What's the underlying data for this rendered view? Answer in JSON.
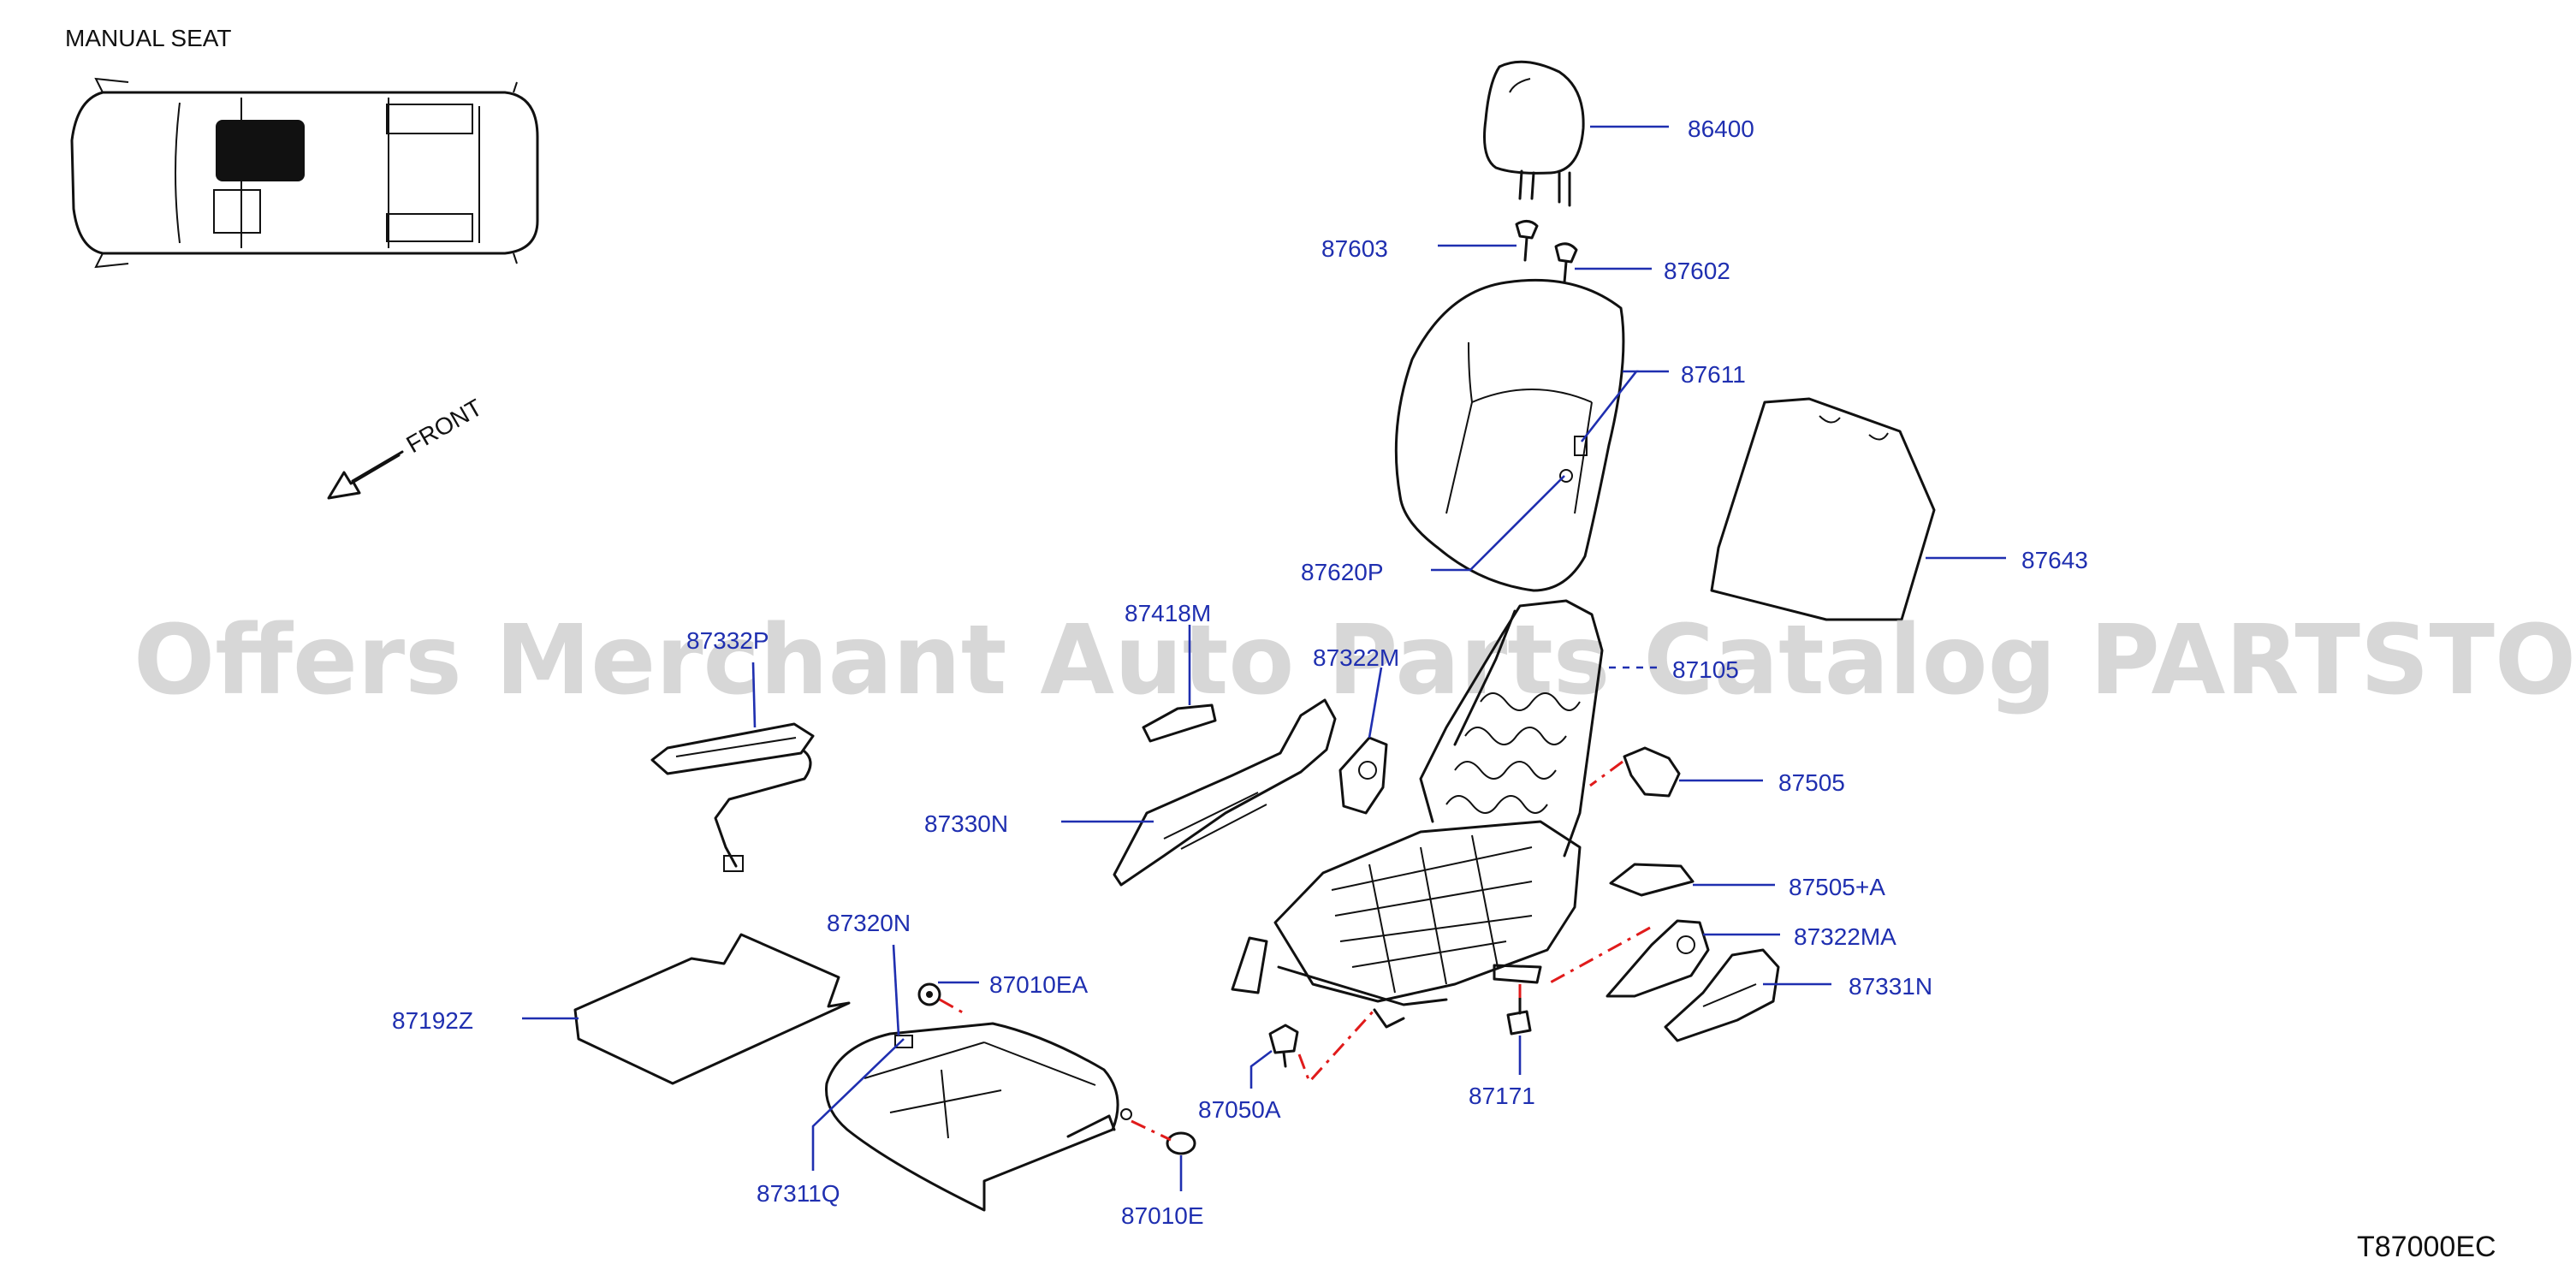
{
  "header": {
    "title": "MANUAL   SEAT"
  },
  "front_label": "FRONT",
  "diagram_code": "T87000EC",
  "watermark": "Offers Merchant Auto Parts Catalog PARTSTORE.SA",
  "colors": {
    "label": "#1f2fb0",
    "line": "#111111",
    "connector": "#e01b1b",
    "watermark": "#c8c8c8"
  },
  "parts": {
    "headrest": "86400",
    "guide_lh": "87603",
    "guide_rh": "87602",
    "back_trim_clip": "87611",
    "back_pad_clip": "87620P",
    "back_board": "87643",
    "lumbar_adjuster": "87418M",
    "recliner_cover_inner": "87322M",
    "back_frame": "87105",
    "wire_harness": "87332P",
    "side_finisher": "87330N",
    "recliner_cover": "87505",
    "recliner_cover_a": "87505+A",
    "recliner_cover_outer": "87322MA",
    "finisher_outer": "87331N",
    "cushion_clip": "87320N",
    "hook_upper": "87010EA",
    "cushion_pad": "87192Z",
    "bolt": "87050A",
    "knob": "87171",
    "cushion_trim": "87311Q",
    "hook_lower": "87010E"
  }
}
